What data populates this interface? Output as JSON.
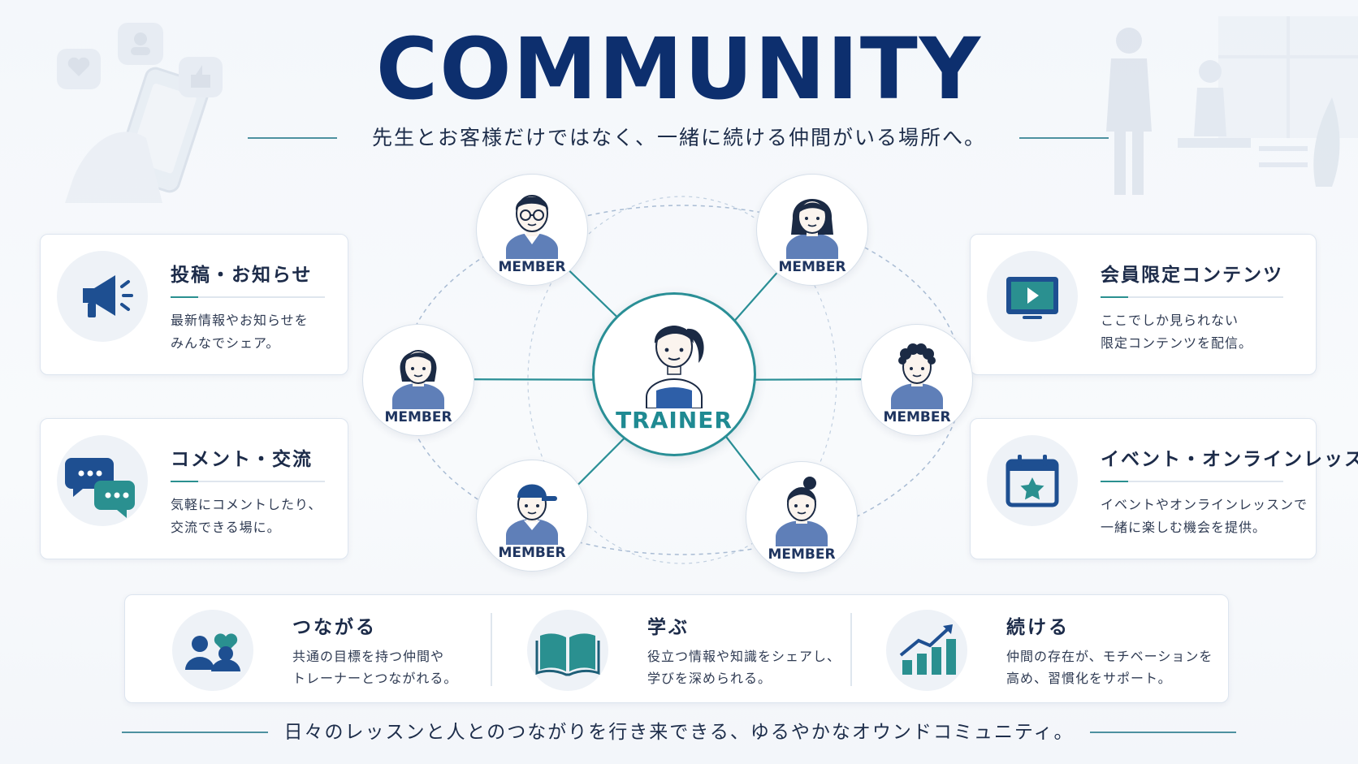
{
  "header": {
    "title": "COMMUNITY",
    "subtitle": "先生とお客様だけではなく、一緒に続ける仲間がいる場所へ。"
  },
  "colors": {
    "navy": "#0d2f6e",
    "teal": "#2a8f96",
    "blue": "#1e4f91"
  },
  "left_cards": [
    {
      "title": "投稿・お知らせ",
      "lines": [
        "最新情報やお知らせを",
        "みんなでシェア。"
      ],
      "icon": "megaphone-icon"
    },
    {
      "title": "コメント・交流",
      "lines": [
        "気軽にコメントしたり、",
        "交流できる場に。"
      ],
      "icon": "chat-bubbles-icon"
    }
  ],
  "right_cards": [
    {
      "title": "会員限定コンテンツ",
      "lines": [
        "ここでしか見られない",
        "限定コンテンツを配信。"
      ],
      "icon": "video-play-icon"
    },
    {
      "title": "イベント・オンラインレッスン",
      "lines": [
        "イベントやオンラインレッスンで",
        "一緒に楽しむ機会を提供。"
      ],
      "icon": "calendar-star-icon"
    }
  ],
  "diagram": {
    "center_label": "TRAINER",
    "members": [
      {
        "label": "MEMBER",
        "avatar": "man-glasses-icon"
      },
      {
        "label": "MEMBER",
        "avatar": "woman-bob-icon"
      },
      {
        "label": "MEMBER",
        "avatar": "woman-short-hair-icon"
      },
      {
        "label": "MEMBER",
        "avatar": "man-curly-hair-icon"
      },
      {
        "label": "MEMBER",
        "avatar": "man-cap-icon"
      },
      {
        "label": "MEMBER",
        "avatar": "woman-bun-icon"
      }
    ]
  },
  "bottom_items": [
    {
      "title": "つながる",
      "lines": [
        "共通の目標を持つ仲間や",
        "トレーナーとつながれる。"
      ],
      "icon": "people-heart-icon"
    },
    {
      "title": "学ぶ",
      "lines": [
        "役立つ情報や知識をシェアし、",
        "学びを深められる。"
      ],
      "icon": "open-book-icon"
    },
    {
      "title": "続ける",
      "lines": [
        "仲間の存在が、モチベーションを",
        "高め、習慣化をサポート。"
      ],
      "icon": "growth-chart-icon"
    }
  ],
  "footer": "日々のレッスンと人とのつながりを行き来できる、ゆるやかなオウンドコミュニティ。"
}
